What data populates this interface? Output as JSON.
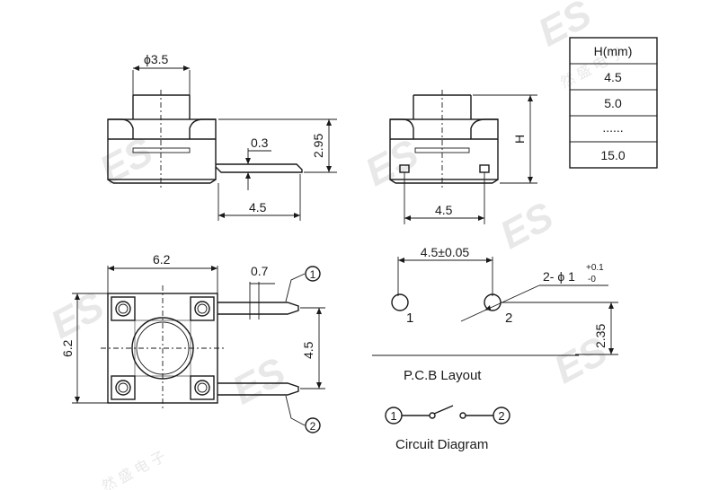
{
  "watermark": {
    "logo": "ES",
    "cjk": "然 盛 电 子"
  },
  "front_view": {
    "dims": {
      "cap_diameter": "ϕ3.5",
      "height": "2.95",
      "lead_thickness": "0.3",
      "lead_span": "4.5"
    }
  },
  "side_view": {
    "dims": {
      "height_var": "H",
      "lead_span": "4.5"
    }
  },
  "height_table": {
    "header": "H(mm)",
    "rows": [
      "4.5",
      "5.0",
      "......",
      "15.0"
    ]
  },
  "top_view": {
    "dims": {
      "width": "6.2",
      "height": "6.2",
      "lead_width": "0.7",
      "pin_pitch": "4.5"
    },
    "pins": [
      "1",
      "2"
    ]
  },
  "pcb_layout": {
    "title": "P.C.B Layout",
    "hole_spacing": "4.5±0.05",
    "hole_spec": {
      "main": "2- ϕ 1",
      "tol_plus": "+0.1",
      "tol_minus": "-0"
    },
    "row_offset": "2.35",
    "pins": [
      "1",
      "2"
    ]
  },
  "circuit": {
    "title": "Circuit Diagram",
    "pins": [
      "1",
      "2"
    ]
  },
  "colors": {
    "line": "#1a1a1a",
    "background": "#ffffff",
    "watermark": "#d6d6d6"
  }
}
